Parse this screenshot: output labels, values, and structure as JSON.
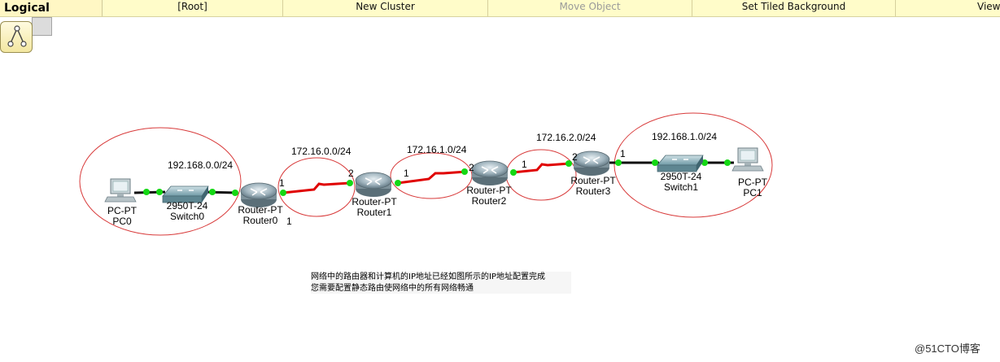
{
  "toolbar": {
    "title": "Logical",
    "items": [
      {
        "label": "[Root]",
        "enabled": true
      },
      {
        "label": "New Cluster",
        "enabled": true
      },
      {
        "label": "Move Object",
        "enabled": false
      },
      {
        "label": "Set Tiled Background",
        "enabled": true
      },
      {
        "label": "View",
        "enabled": true
      }
    ]
  },
  "networks": [
    "192.168.0.0/24",
    "172.16.0.0/24",
    "172.16.1.0/24",
    "172.16.2.0/24",
    "192.168.1.0/24"
  ],
  "devices": {
    "pc0": {
      "type": "PC-PT",
      "name": "PC0"
    },
    "switch0": {
      "type": "2950T-24",
      "name": "Switch0"
    },
    "router0": {
      "type": "Router-PT",
      "name": "Router0"
    },
    "router1": {
      "type": "Router-PT",
      "name": "Router1"
    },
    "router2": {
      "type": "Router-PT",
      "name": "Router2"
    },
    "router3": {
      "type": "Router-PT",
      "name": "Router3"
    },
    "switch1": {
      "type": "2950T-24",
      "name": "Switch1"
    },
    "pc1": {
      "type": "PC-PT",
      "name": "PC1"
    }
  },
  "ports": {
    "r0_right": "1",
    "r0_below": "1",
    "r1_left": "2",
    "r1_right": "1",
    "r2_left": "2",
    "r2_right": "1",
    "r3_left": "2",
    "r3_right": "1"
  },
  "note": {
    "line1": "网络中的路由器和计算机的IP地址已经如图所示的IP地址配置完成",
    "line2": "您需要配置静态路由使网络中的所有网络畅通"
  },
  "watermark": "@51CTO博客",
  "colors": {
    "serial_link": "#e00000",
    "ethernet_link": "#111111",
    "port_up": "#14d814",
    "ellipse": "#d83a3a"
  }
}
